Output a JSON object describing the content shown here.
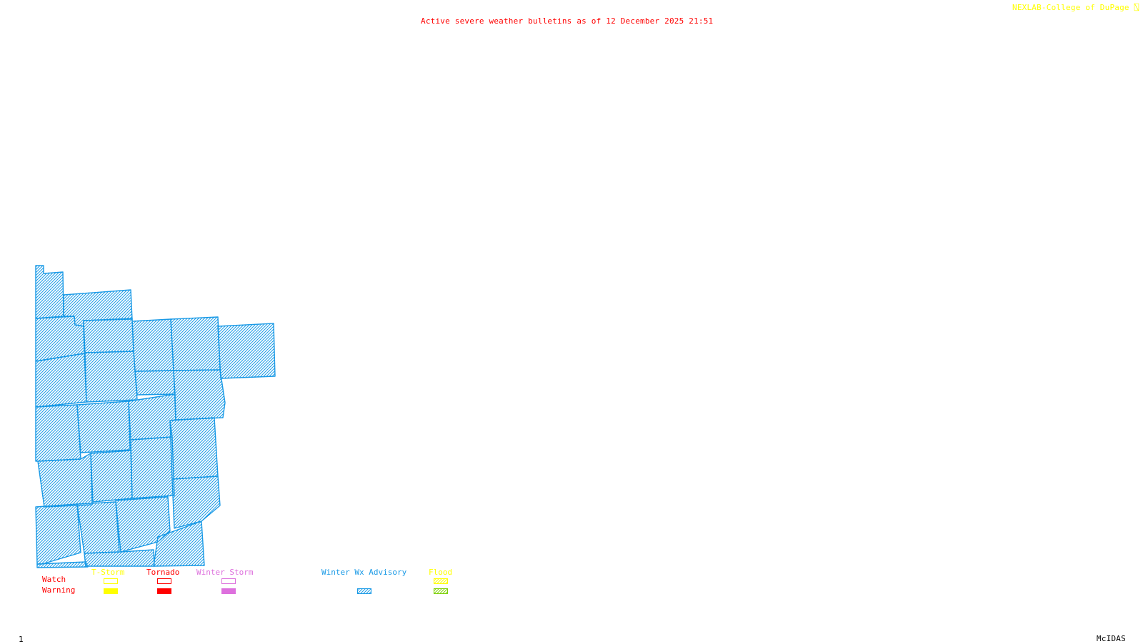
{
  "header": {
    "title": "Active severe weather bulletins as of 12 December 2025 21:51",
    "credit": "NEXLAB-College of DuPage",
    "credit_icon": "nexlab-logo-icon"
  },
  "footer": {
    "frame_number": "1",
    "software": "McIDAS"
  },
  "colors": {
    "title": "#ff0000",
    "credit": "#ffff00",
    "winter_wx_advisory": "#1a9ae6",
    "tstorm": "#ffff00",
    "tornado": "#ff0000",
    "winter_storm": "#dd70dd",
    "flood_watch": "#ffff00",
    "flood_warning": "#7cd000"
  },
  "legend": {
    "row_labels": {
      "watch": "Watch",
      "warning": "Warning"
    },
    "categories": [
      {
        "name": "T-Storm",
        "color": "#ffff00",
        "watch": "outline",
        "warning": "filled"
      },
      {
        "name": "Tornado",
        "color": "#ff0000",
        "watch": "outline",
        "warning": "filled"
      },
      {
        "name": "Winter Storm",
        "color": "#dd70dd",
        "watch": "outline",
        "warning": "filled"
      },
      {
        "name": "Winter Wx Advisory",
        "color": "#1a9ae6",
        "watch": "none",
        "warning": "hatched"
      },
      {
        "name": "Flood",
        "color": "#ffff00",
        "watch": "hatched",
        "warning": "hatched",
        "warning_color": "#7cd000"
      }
    ]
  },
  "map": {
    "active_bulletin_type": "Winter Wx Advisory",
    "affected_counties_count": 25
  }
}
